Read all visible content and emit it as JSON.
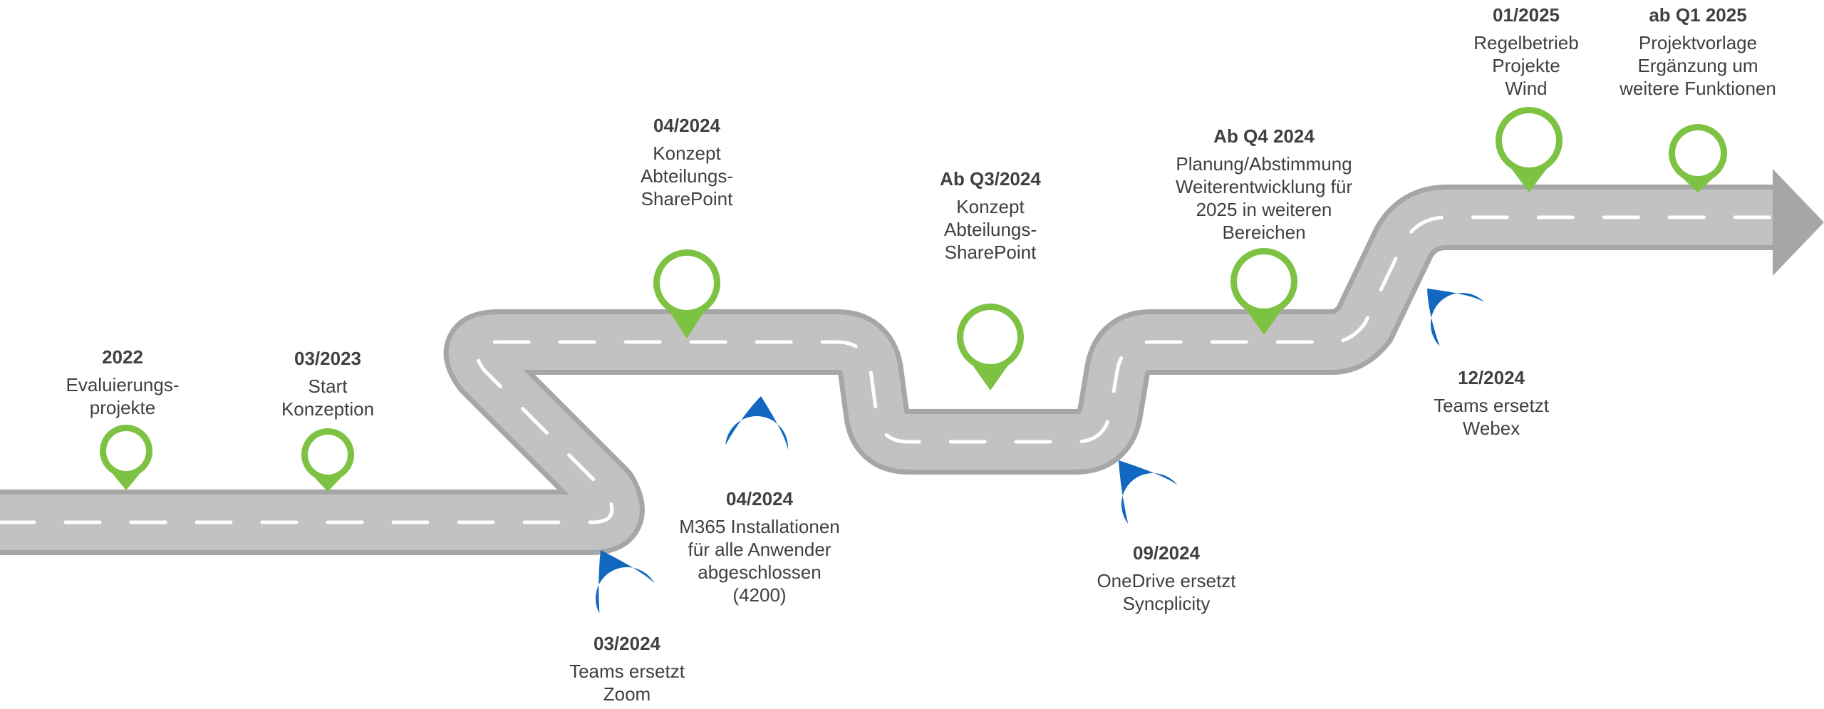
{
  "colors": {
    "green": "#7dc242",
    "blue": "#1268c0",
    "road": "#c2c2c2",
    "road_edge": "#a6a6a6",
    "lane_marks": "#ffffff",
    "text": "#404040"
  },
  "milestones": [
    {
      "id": "m2022",
      "date": "2022",
      "lines": [
        "Evaluierungs-",
        "projekte"
      ],
      "pin_color": "green"
    },
    {
      "id": "m2023-03",
      "date": "03/2023",
      "lines": [
        "Start",
        "Konzeption"
      ],
      "pin_color": "green"
    },
    {
      "id": "m2024-03",
      "date": "03/2024",
      "lines": [
        "Teams ersetzt",
        "Zoom"
      ],
      "pin_color": "blue"
    },
    {
      "id": "m2024-04-konzept",
      "date": "04/2024",
      "lines": [
        "Konzept",
        "Abteilungs-",
        "SharePoint"
      ],
      "pin_color": "green"
    },
    {
      "id": "m2024-04-m365",
      "date": "04/2024",
      "lines": [
        "M365 Installationen",
        "für alle Anwender",
        "abgeschlossen",
        "(4200)"
      ],
      "pin_color": "blue"
    },
    {
      "id": "mq3-2024",
      "date": "Ab Q3/2024",
      "lines": [
        "Konzept",
        "Abteilungs-",
        "SharePoint"
      ],
      "pin_color": "green"
    },
    {
      "id": "m2024-09",
      "date": "09/2024",
      "lines": [
        "OneDrive ersetzt",
        "Syncplicity"
      ],
      "pin_color": "blue"
    },
    {
      "id": "mq4-2024",
      "date": "Ab Q4 2024",
      "lines": [
        "Planung/Abstimmung",
        "Weiterentwicklung für",
        "2025 in weiteren",
        "Bereichen"
      ],
      "pin_color": "green"
    },
    {
      "id": "m2024-12",
      "date": "12/2024",
      "lines": [
        "Teams ersetzt",
        "Webex"
      ],
      "pin_color": "blue"
    },
    {
      "id": "m2025-01",
      "date": "01/2025",
      "lines": [
        "Regelbetrieb",
        "Projekte",
        "Wind"
      ],
      "pin_color": "green"
    },
    {
      "id": "mq1-2025",
      "date": "ab Q1 2025",
      "lines": [
        "Projektvorlage",
        "Ergänzung um",
        "weitere Funktionen"
      ],
      "pin_color": "green"
    }
  ]
}
